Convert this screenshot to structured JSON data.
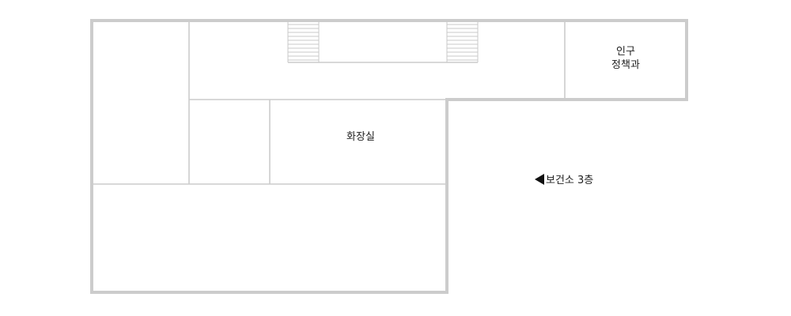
{
  "floor_plan": {
    "rooms": {
      "population_policy": {
        "line1": "인구",
        "line2": "정책과"
      },
      "restroom": {
        "label": "화장실"
      }
    },
    "direction": {
      "label": "보건소 3층",
      "icon": "left-triangle-icon"
    },
    "colors": {
      "wall": "#cccccc",
      "text": "#222222"
    }
  }
}
